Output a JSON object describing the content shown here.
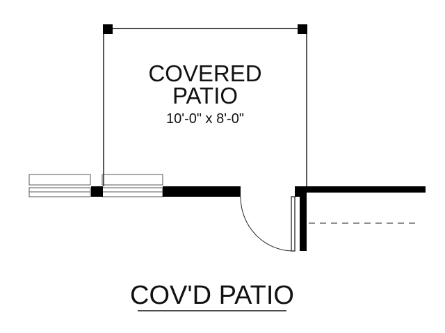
{
  "room": {
    "name_line1": "COVERED",
    "name_line2": "PATIO",
    "dimensions": "10'-0\" x 8'-0\""
  },
  "caption": "COV'D PATIO"
}
